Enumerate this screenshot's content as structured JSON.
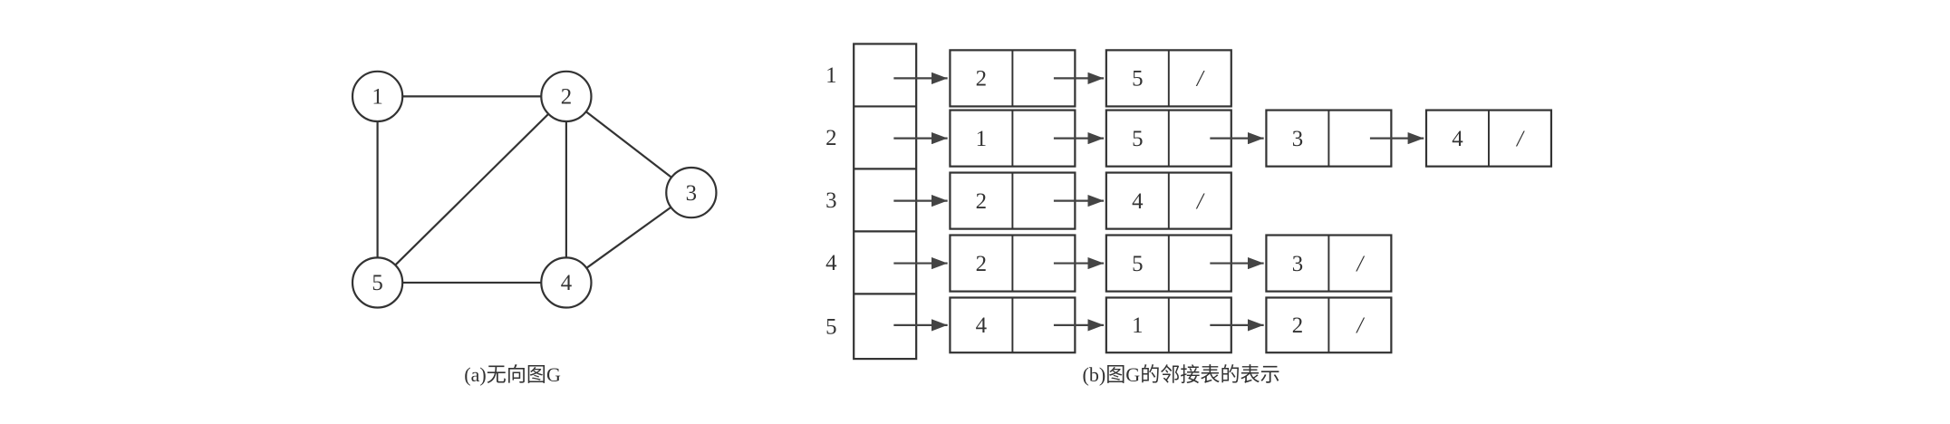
{
  "graph": {
    "caption": "(a)无向图G",
    "nodes": [
      {
        "id": "1",
        "label": "1"
      },
      {
        "id": "2",
        "label": "2"
      },
      {
        "id": "3",
        "label": "3"
      },
      {
        "id": "4",
        "label": "4"
      },
      {
        "id": "5",
        "label": "5"
      }
    ],
    "edges": [
      [
        "1",
        "2"
      ],
      [
        "1",
        "5"
      ],
      [
        "2",
        "5"
      ],
      [
        "2",
        "4"
      ],
      [
        "2",
        "3"
      ],
      [
        "3",
        "4"
      ],
      [
        "5",
        "4"
      ]
    ]
  },
  "adjacency_list": {
    "caption": "(b)图G的邻接表的表示",
    "null_marker": "/",
    "rows": [
      {
        "vertex": "1",
        "neighbors": [
          "2",
          "5"
        ]
      },
      {
        "vertex": "2",
        "neighbors": [
          "1",
          "5",
          "3",
          "4"
        ]
      },
      {
        "vertex": "3",
        "neighbors": [
          "2",
          "4"
        ]
      },
      {
        "vertex": "4",
        "neighbors": [
          "2",
          "5",
          "3"
        ]
      },
      {
        "vertex": "5",
        "neighbors": [
          "4",
          "1",
          "2"
        ]
      }
    ]
  }
}
